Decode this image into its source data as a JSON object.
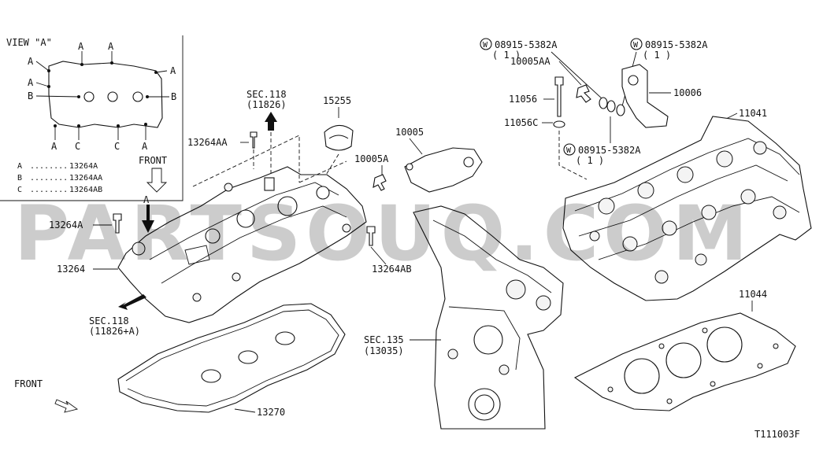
{
  "view_a": {
    "title": "VIEW \"A\"",
    "letter_a": "A",
    "letter_b": "B",
    "letter_c": "C",
    "front": "FRONT",
    "legend": [
      {
        "key": "A",
        "dots": "........",
        "part": "13264A"
      },
      {
        "key": "B",
        "dots": "........",
        "part": "13264AA"
      },
      {
        "key": "C",
        "dots": "........",
        "part": "13264AB"
      }
    ]
  },
  "arrow_a_label": "A",
  "front_label": "FRONT",
  "labels": {
    "sec118_top_line1": "SEC.118",
    "sec118_top_line2": "(11826)",
    "p15255": "15255",
    "p13264AA": "13264AA",
    "p13264A": "13264A",
    "p13264": "13264",
    "sec118_bot_line1": "SEC.118",
    "sec118_bot_line2": "(11826+A)",
    "p13270": "13270",
    "p10005": "10005",
    "p10005A": "10005A",
    "p13264AB": "13264AB",
    "sec135_line1": "SEC.135",
    "sec135_line2": "(13035)",
    "w1_part": "08915-5382A",
    "w1_qty": "( 1 )",
    "w2_part": "08915-5382A",
    "w2_qty": "( 1 )",
    "w3_part": "08915-5382A",
    "w3_qty": "( 1 )",
    "washer_symbol": "W",
    "p10005AA": "10005AA",
    "p10006": "10006",
    "p11056": "11056",
    "p11056C": "11056C",
    "p11041": "11041",
    "p11044": "11044"
  },
  "watermark": "PARTSOUQ.COM",
  "figure_id": "T111003F"
}
